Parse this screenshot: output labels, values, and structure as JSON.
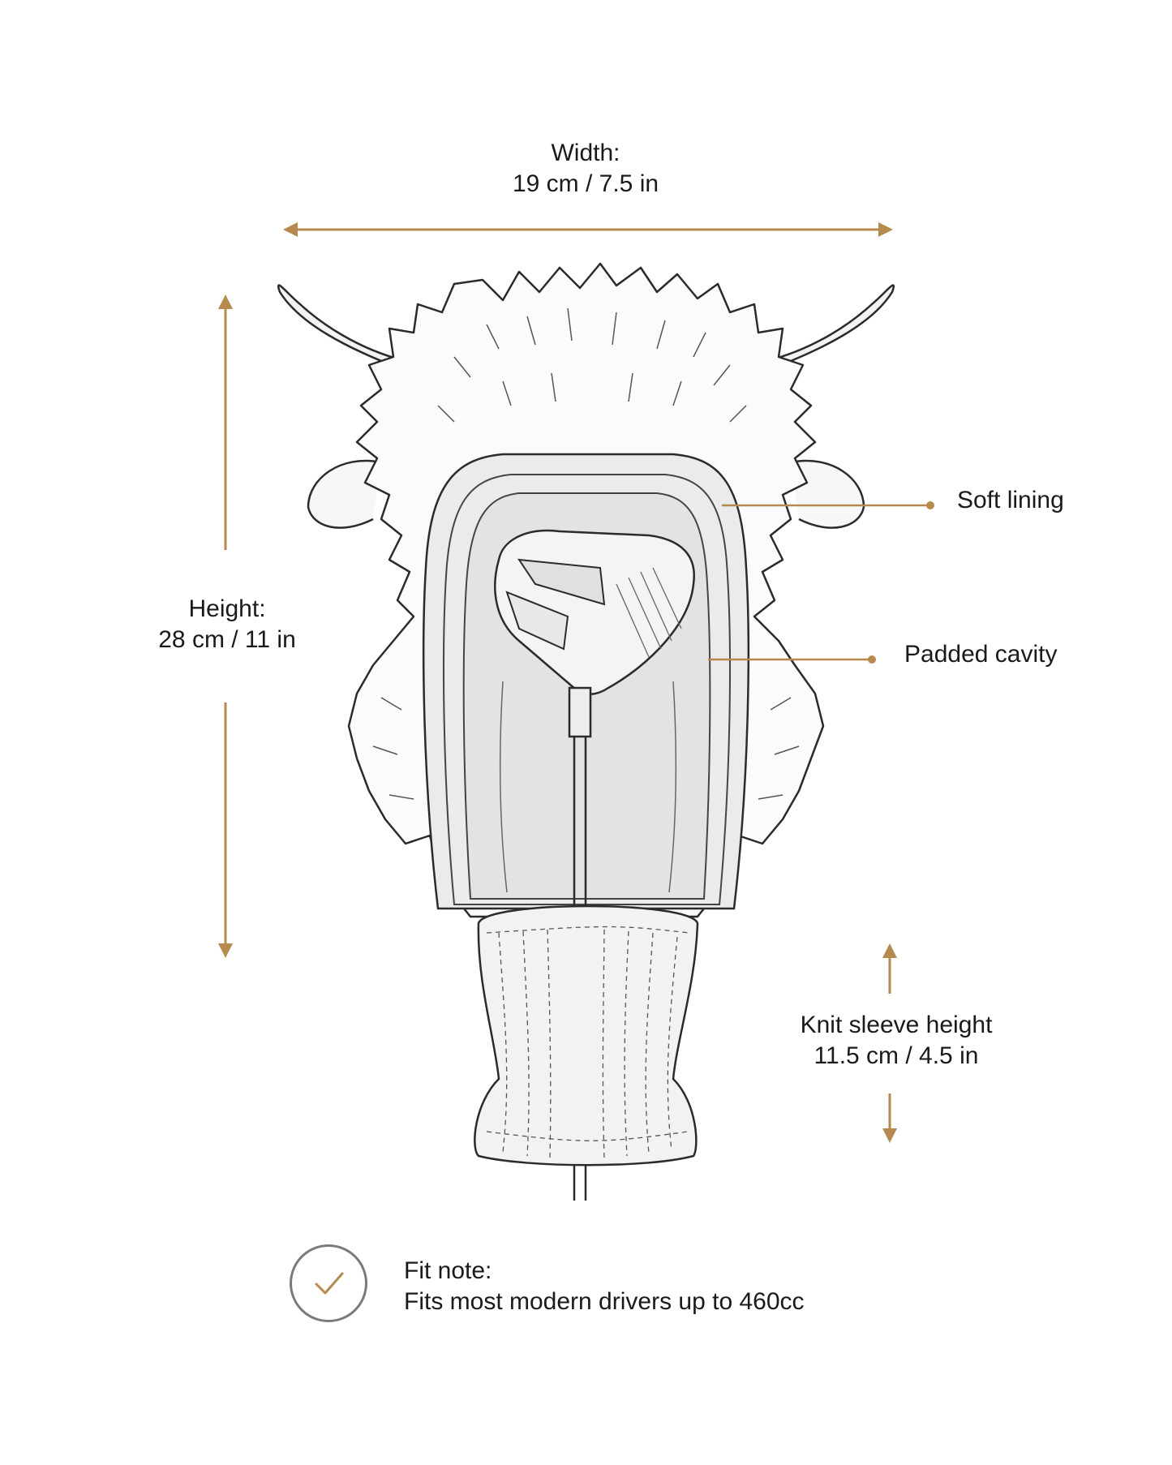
{
  "dimensions": {
    "width": {
      "title": "Width:",
      "value": "19 cm / 7.5 in"
    },
    "height": {
      "title": "Height:",
      "value": "28 cm / 11 in"
    },
    "knit_sleeve": {
      "title": "Knit sleeve height",
      "value": "11.5 cm / 4.5 in"
    }
  },
  "callouts": {
    "soft_lining": "Soft lining",
    "padded_cavity": "Padded cavity"
  },
  "fit_note": {
    "title": "Fit note:",
    "text": "Fits most modern drivers up to 460cc"
  },
  "colors": {
    "accent": "#b68a4f",
    "line": "#2b2b2b",
    "shade": "#ececec"
  },
  "icons": {
    "fit": "check-icon"
  }
}
